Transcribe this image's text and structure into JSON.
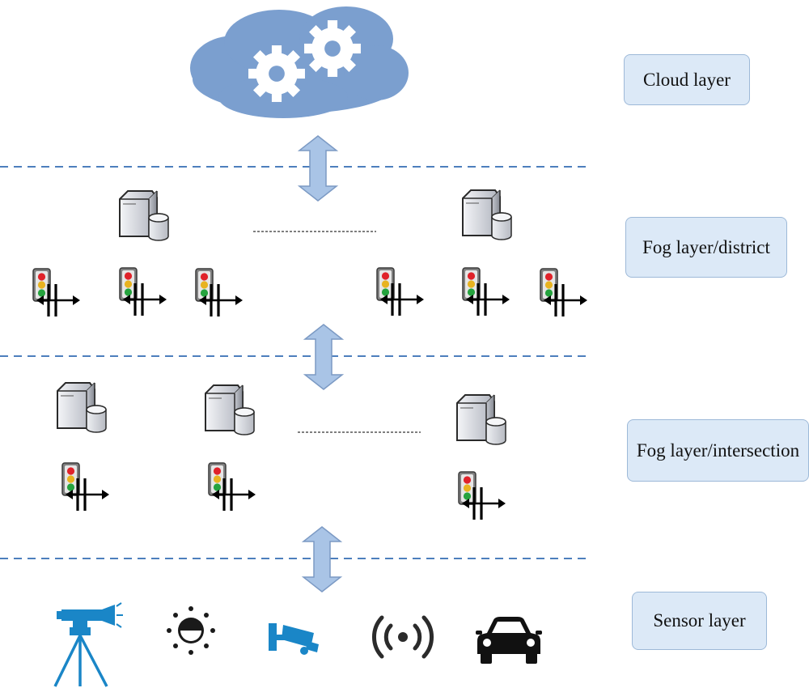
{
  "layers": {
    "cloud": "Cloud layer",
    "fog_district": "Fog layer/district",
    "fog_intersection": "Fog layer/intersection",
    "sensor": "Sensor layer"
  },
  "colors": {
    "cloud": "#7b9fcf",
    "arrow_fill": "#a9c4e6",
    "arrow_stroke": "#7c9ac4",
    "divider": "#4d7fbd",
    "label_fill": "#dce9f7",
    "label_border": "#9db9d8",
    "sensor_blue": "#1a86c7",
    "sensor_dark": "#1a1a1a"
  },
  "icons": {
    "cloud": "cloud-gears-icon",
    "arrow": "double-vertical-arrow-icon",
    "server": "fog-server-icon",
    "intersection": "traffic-light-intersection-icon",
    "sensors": [
      "survey-instrument-icon",
      "light-sensor-icon",
      "cctv-camera-icon",
      "wireless-signal-icon",
      "car-icon"
    ]
  }
}
